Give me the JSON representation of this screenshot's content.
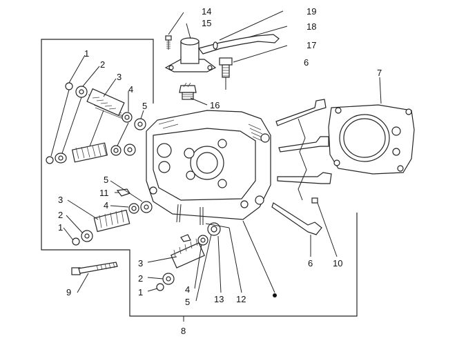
{
  "callouts": {
    "n1a": "1",
    "n2a": "2",
    "n3a": "3",
    "n4a": "4",
    "n5a": "5",
    "n11": "11",
    "n5b": "5",
    "n4b": "4",
    "n3b": "3",
    "n2b": "2",
    "n1b": "1",
    "n9": "9",
    "n14": "14",
    "n15": "15",
    "n19": "19",
    "n18": "18",
    "n17": "17",
    "n6a": "6",
    "n16": "16",
    "n7": "7",
    "n10": "10",
    "n6b": "6",
    "n3c": "3",
    "n2c": "2",
    "n1c": "1",
    "n4c": "4",
    "n5c": "5",
    "n13": "13",
    "n12": "12",
    "n8": "8"
  }
}
